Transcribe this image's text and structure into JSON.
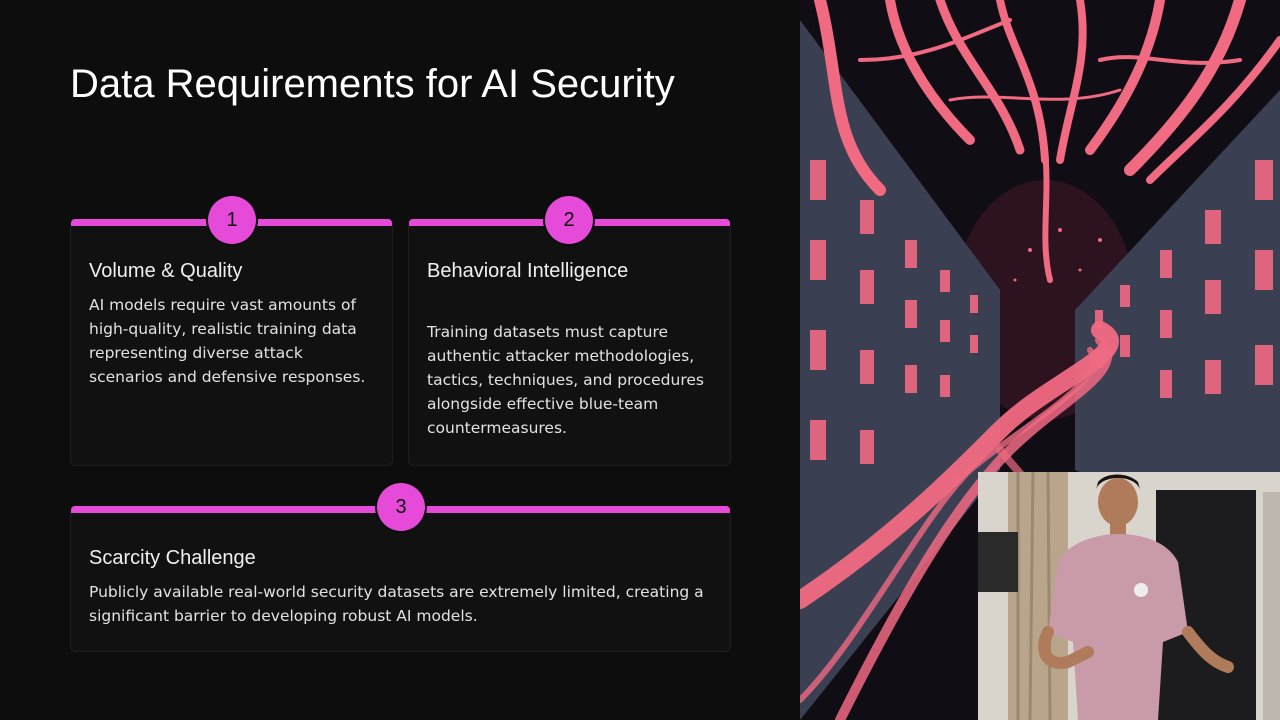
{
  "slide": {
    "title": "Data Requirements for AI Security",
    "cards": [
      {
        "number": "1",
        "heading": "Volume & Quality",
        "text": "AI models require vast amounts of high-quality, realistic training data representing diverse attack scenarios and defensive responses."
      },
      {
        "number": "2",
        "heading": "Behavioral Intelligence",
        "text": "Training datasets must capture authentic attacker methodologies, tactics, techniques, and procedures alongside effective blue-team countermeasures."
      },
      {
        "number": "3",
        "heading": "Scarcity Challenge",
        "text": "Publicly available real-world security datasets are extremely limited, creating a significant barrier to developing robust AI models."
      }
    ]
  },
  "colors": {
    "accent": "#e64ad8",
    "background": "#0d0d0d",
    "card": "#111111",
    "art_pink": "#f06a82",
    "art_building": "#3c4052"
  },
  "media": {
    "illustration": "pink-trees-between-buildings-illustration",
    "webcam": "presenter-webcam-feed"
  }
}
